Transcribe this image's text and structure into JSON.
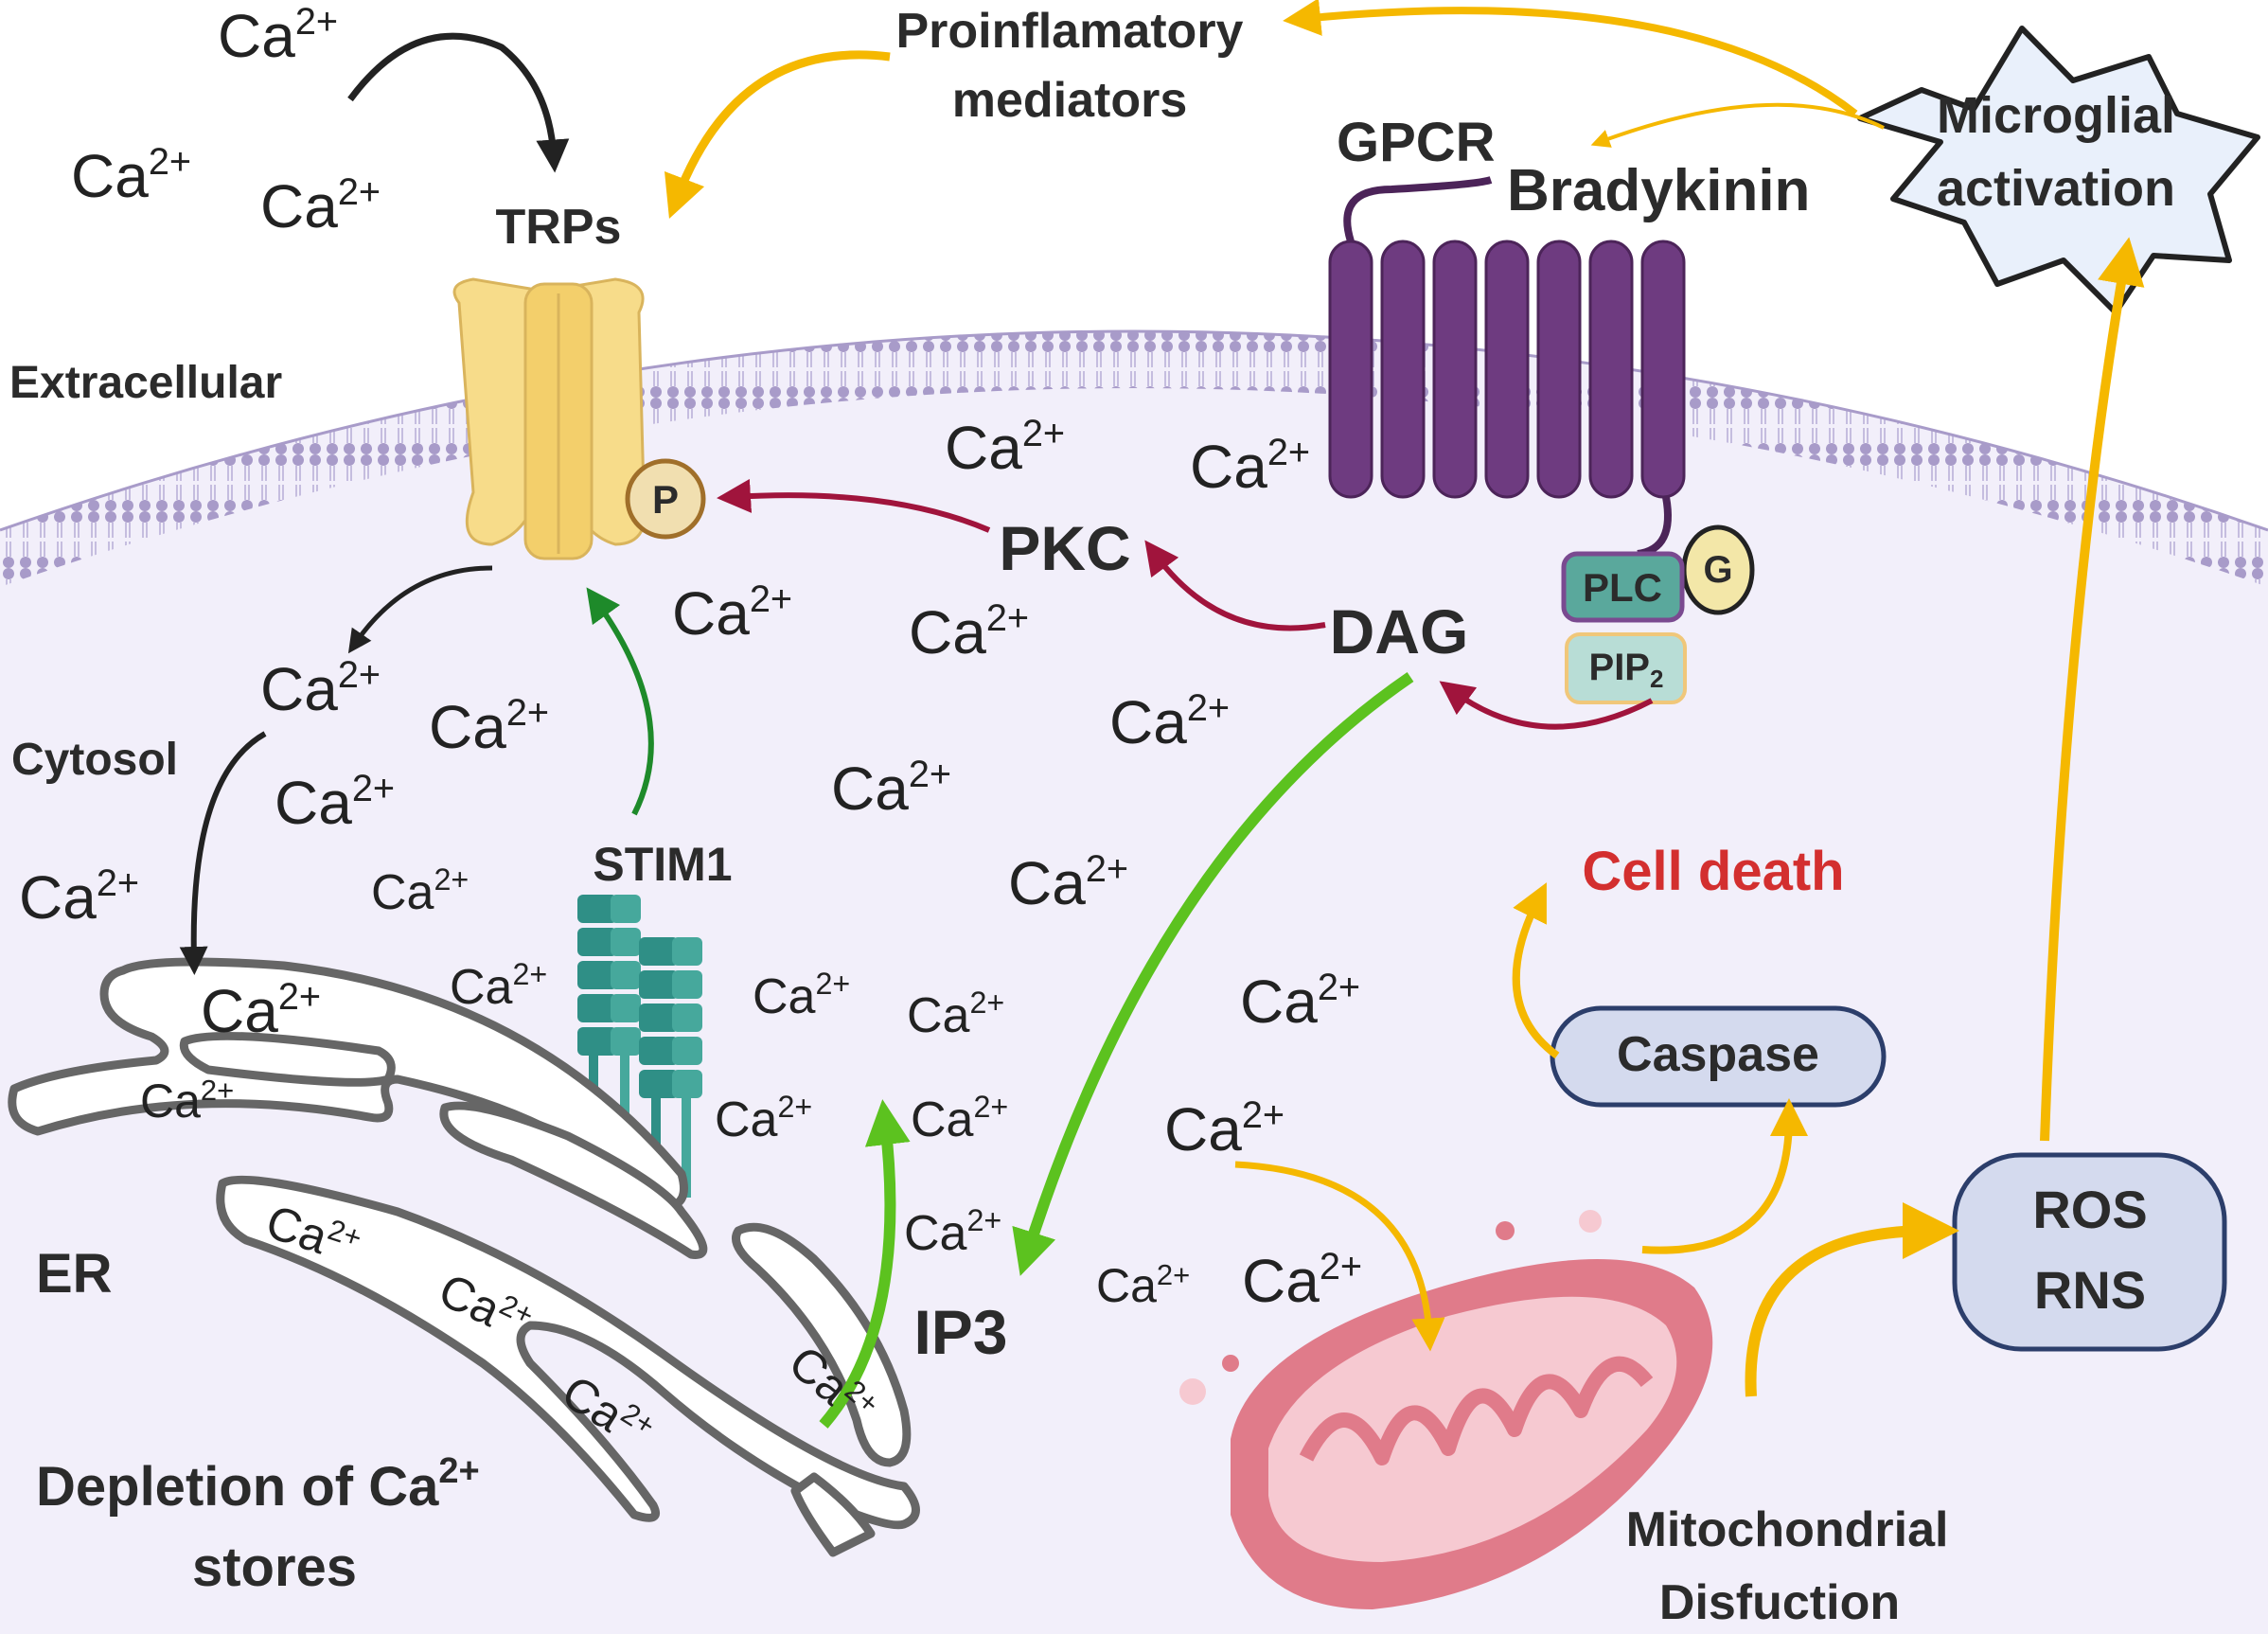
{
  "labels": {
    "extracellular": "Extracellular",
    "cytosol": "Cytosol",
    "trps": "TRPs",
    "p": "P",
    "gpcr": "GPCR",
    "bradykinin": "Bradykinin",
    "plc": "PLC",
    "g": "G",
    "pip2_base": "PIP",
    "pip2_sub": "2",
    "dag": "DAG",
    "pkc": "PKC",
    "stim1": "STIM1",
    "ip3": "IP3",
    "er": "ER",
    "depletion_line1_base": "Depletion of Ca",
    "depletion_line1_sup": "2+",
    "depletion_line2": "stores",
    "proinflammatory_line1": "Proinflamatory",
    "proinflammatory_line2": "mediators",
    "microglial_line1": "Microglial",
    "microglial_line2": "activation",
    "cell_death": "Cell death",
    "caspase": "Caspase",
    "ros": "ROS",
    "rns": "RNS",
    "mito_line1": "Mitochondrial",
    "mito_line2": "Disfuction"
  },
  "ion": {
    "base": "Ca",
    "charge": "2+"
  },
  "colors": {
    "membrane": "#a89bc9",
    "cytosol": "#f2effa",
    "gpcr": "#6e3b80",
    "plc": "#5aa89c",
    "pip2": "#b8ddd6",
    "g_protein": "#f3e7a8",
    "trp": "#f7dc8a",
    "stim1": "#2f8f86",
    "er_fill": "#ffffff",
    "er_stroke": "#666666",
    "yellow_arrow": "#f5b800",
    "red_arrow": "#a0143c",
    "green_arrow": "#5cc21f",
    "dark_green_arrow": "#1e8a2a",
    "black_arrow": "#222222",
    "cell_death": "#d32f2f",
    "caspase_fill": "#d4daee",
    "ros_fill": "#d4daee",
    "box_stroke": "#2c3e6b",
    "mito": "#e07b8a"
  },
  "icons": [
    "trp-channel-icon",
    "gpcr-icon",
    "stim1-icon",
    "er-icon",
    "mitochondrion-icon",
    "microglia-star-icon"
  ]
}
